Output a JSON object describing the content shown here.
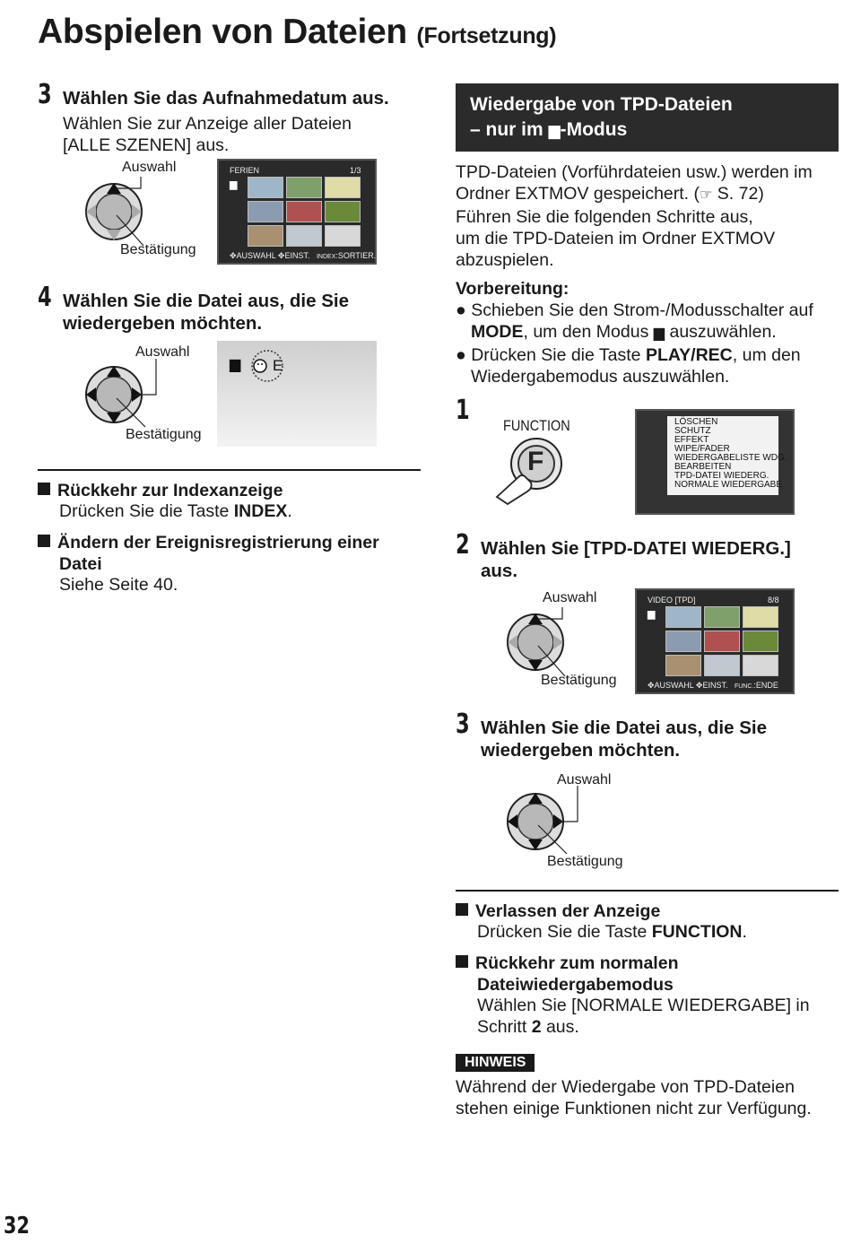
{
  "header": {
    "title": "Abspielen von Dateien",
    "subtitle": "(Fortsetzung)"
  },
  "left": {
    "step3": {
      "number": "3",
      "title": "Wählen Sie das Aufnahmedatum aus.",
      "body_line1": "Wählen Sie zur Anzeige aller Dateien",
      "body_line2": "[ALLE SZENEN] aus.",
      "label_select": "Auswahl",
      "label_confirm": "Bestätigung",
      "screen": {
        "title": "FERIEN",
        "page": "1/3",
        "footer_a": "AUSWAHL",
        "footer_b": "EINST.",
        "footer_index": "INDEX",
        "footer_c": "SORTIER."
      }
    },
    "step4": {
      "number": "4",
      "title_line1": "Wählen Sie die Datei aus, die Sie",
      "title_line2": "wiedergeben möchten.",
      "label_select": "Auswahl",
      "label_confirm": "Bestätigung",
      "screen_letter": "E"
    },
    "section1": {
      "title": "Rückkehr zur Indexanzeige",
      "body_pre": "Drücken Sie die Taste ",
      "body_bold": "INDEX",
      "body_post": "."
    },
    "section2": {
      "title_line1": "Ändern der Ereignisregistrierung einer",
      "title_line2": "Datei",
      "body": "Siehe Seite 40."
    }
  },
  "right": {
    "box": {
      "line1": "Wiedergabe von TPD-Dateien",
      "line2_pre": "– nur im ",
      "line2_post": "-Modus"
    },
    "intro": {
      "line1": "TPD-Dateien (Vorführdateien usw.) werden im",
      "line2_pre": "Ordner EXTMOV gespeichert. (",
      "line2_ref": "S. 72)",
      "line3": "Führen Sie die folgenden Schritte aus,",
      "line4": "um die TPD-Dateien im Ordner EXTMOV",
      "line5": "abzuspielen."
    },
    "prep": {
      "title": "Vorbereitung:",
      "b1_line1": "Schieben Sie den Strom-/Modusschalter auf",
      "b1_bold": "MODE",
      "b1_line2_mid": ", um den Modus ",
      "b1_line2_post": " auszuwählen.",
      "b2_pre": "Drücken Sie die Taste ",
      "b2_bold": "PLAY/REC",
      "b2_post": ", um den",
      "b2_line2": "Wiedergabemodus auszuwählen."
    },
    "step1": {
      "number": "1",
      "label": "FUNCTION",
      "button_letter": "F",
      "menu": [
        "LÖSCHEN",
        "SCHUTZ",
        "EFFEKT",
        "WIPE/FADER",
        "WIEDERGABELISTE WDG.",
        "BEARBEITEN",
        "TPD-DATEI WIEDERG.",
        "NORMALE WIEDERGABE"
      ]
    },
    "step2": {
      "number": "2",
      "title_line1": "Wählen Sie [TPD-DATEI WIEDERG.]",
      "title_line2": "aus.",
      "label_select": "Auswahl",
      "label_confirm": "Bestätigung",
      "screen": {
        "title": "VIDEO  [TPD]",
        "page": "8/8",
        "footer_a": "AUSWAHL",
        "footer_b": "EINST.",
        "footer_func": "FUNC.",
        "footer_c": "ENDE"
      }
    },
    "step3": {
      "number": "3",
      "title_line1": "Wählen Sie die Datei aus, die Sie",
      "title_line2": "wiedergeben möchten.",
      "label_select": "Auswahl",
      "label_confirm": "Bestätigung"
    },
    "section1": {
      "title": "Verlassen der Anzeige",
      "body_pre": "Drücken Sie die Taste ",
      "body_bold": "FUNCTION",
      "body_post": "."
    },
    "section2": {
      "title_line1": "Rückkehr zum normalen",
      "title_line2": "Dateiwiedergabemodus",
      "body_line1": "Wählen Sie [NORMALE WIEDERGABE] in",
      "body_pre": "Schritt ",
      "body_bold": "2",
      "body_post": " aus."
    },
    "note": {
      "label": "HINWEIS",
      "line1": "Während der Wiedergabe von TPD-Dateien",
      "line2": "stehen einige Funktionen nicht zur Verfügung."
    }
  },
  "footer": {
    "page_number": "32"
  }
}
